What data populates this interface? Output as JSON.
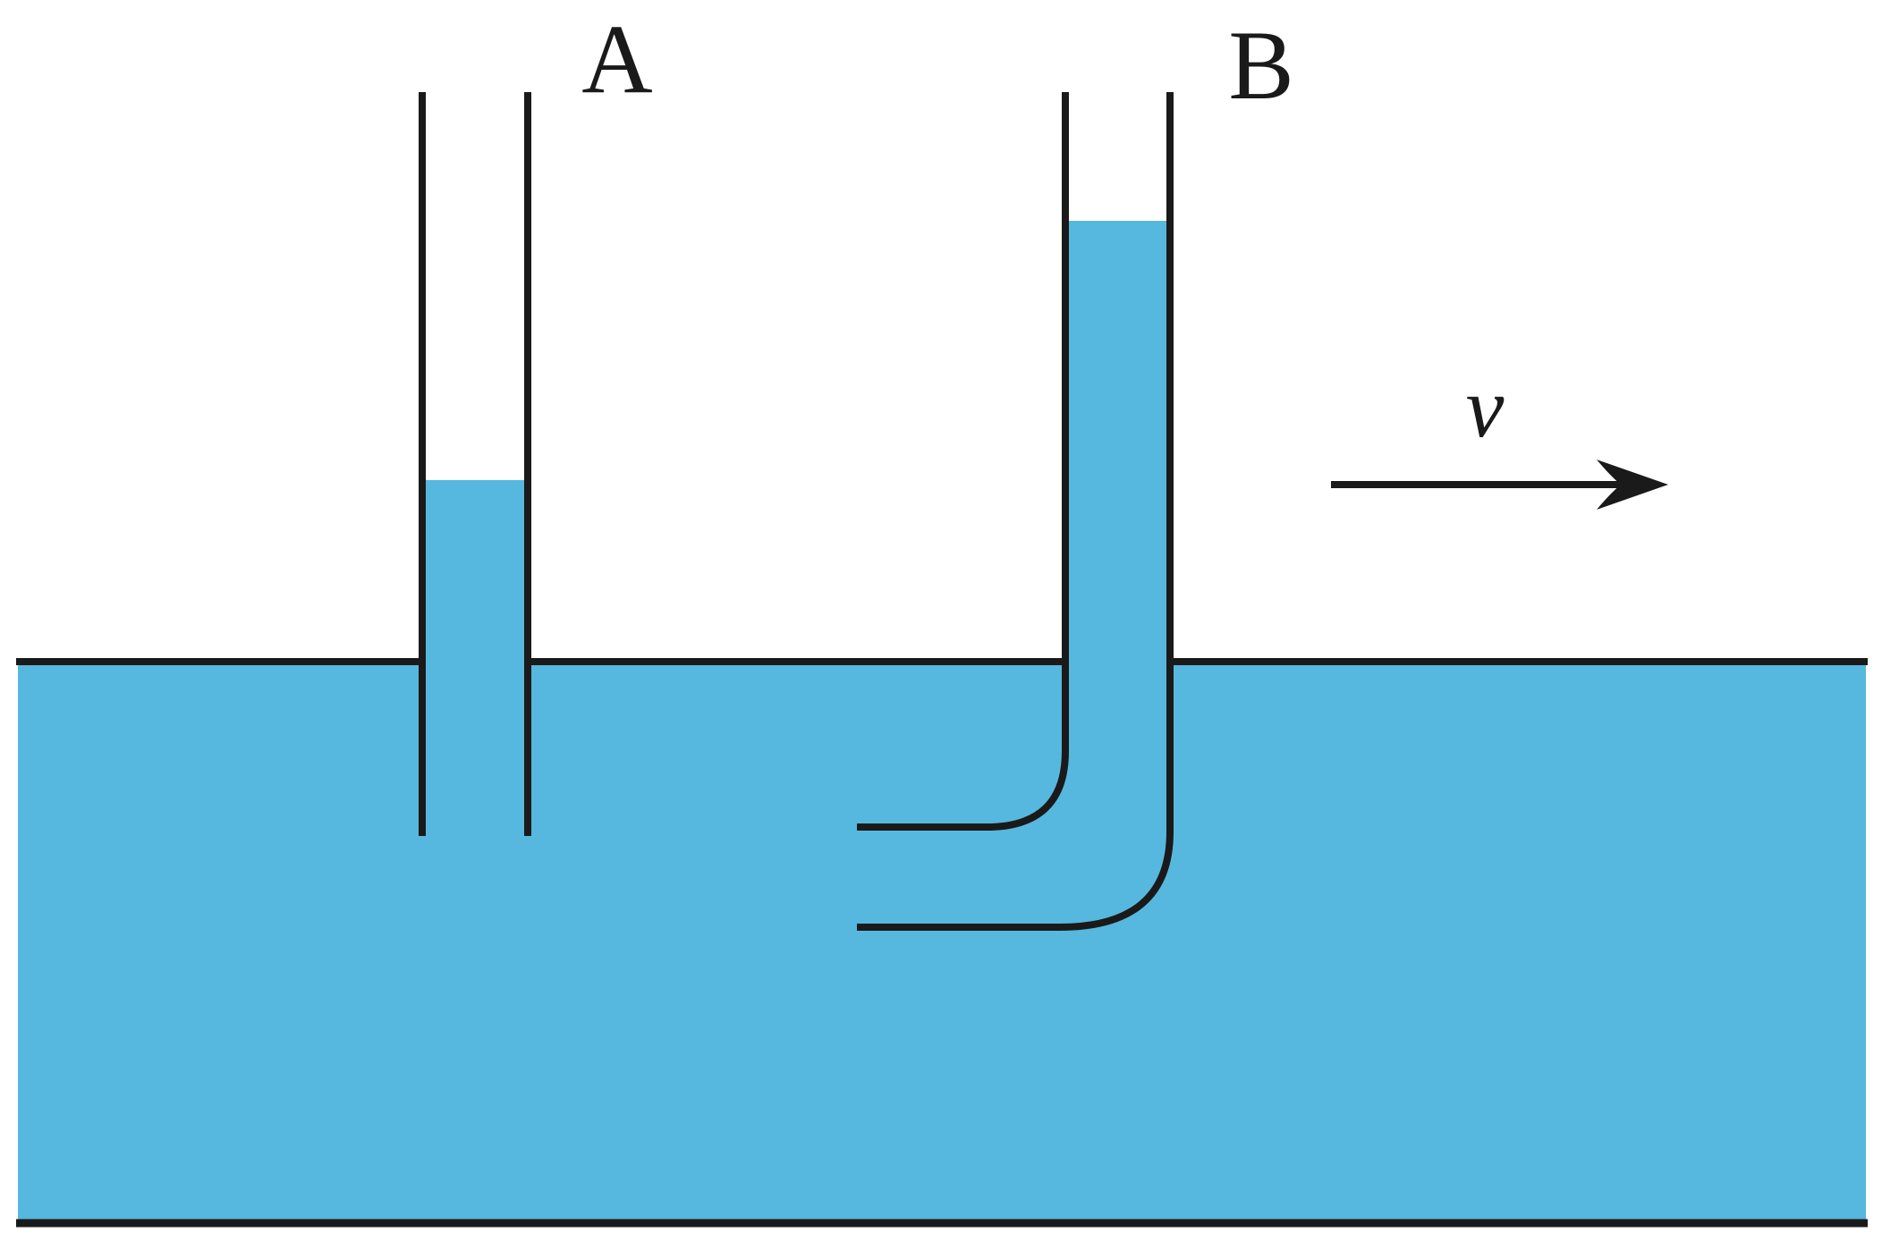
{
  "labels": {
    "tube_a": "A",
    "tube_b": "B",
    "velocity": "v"
  },
  "colors": {
    "water": "#56b8df",
    "outline": "#1a1a1a",
    "background": "#ffffff"
  }
}
